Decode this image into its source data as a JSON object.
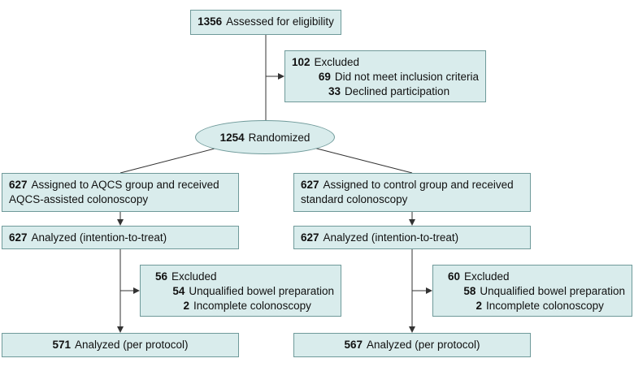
{
  "assessed": {
    "count": "1356",
    "label": "Assessed for eligibility"
  },
  "excluded_top": {
    "count": "102",
    "label": "Excluded",
    "items": [
      {
        "count": "69",
        "label": "Did not meet inclusion criteria"
      },
      {
        "count": "33",
        "label": "Declined participation"
      }
    ]
  },
  "randomized": {
    "count": "1254",
    "label": "Randomized"
  },
  "left": {
    "assigned": {
      "count": "627",
      "line1": "Assigned to AQCS group and received",
      "line2": "AQCS-assisted colonoscopy"
    },
    "itt": {
      "count": "627",
      "label": "Analyzed (intention-to-treat)"
    },
    "excluded": {
      "count": "56",
      "label": "Excluded",
      "items": [
        {
          "count": "54",
          "label": "Unqualified bowel preparation"
        },
        {
          "count": "2",
          "label": "Incomplete colonoscopy"
        }
      ]
    },
    "pp": {
      "count": "571",
      "label": "Analyzed (per protocol)"
    }
  },
  "right": {
    "assigned": {
      "count": "627",
      "line1": "Assigned to control group and received",
      "line2": "standard colonoscopy"
    },
    "itt": {
      "count": "627",
      "label": "Analyzed (intention-to-treat)"
    },
    "excluded": {
      "count": "60",
      "label": "Excluded",
      "items": [
        {
          "count": "58",
          "label": "Unqualified bowel preparation"
        },
        {
          "count": "2",
          "label": "Incomplete colonoscopy"
        }
      ]
    },
    "pp": {
      "count": "567",
      "label": "Analyzed (per protocol)"
    }
  },
  "colors": {
    "box_fill": "#d9ecec",
    "box_border": "#6f9a9a",
    "line": "#333333"
  }
}
